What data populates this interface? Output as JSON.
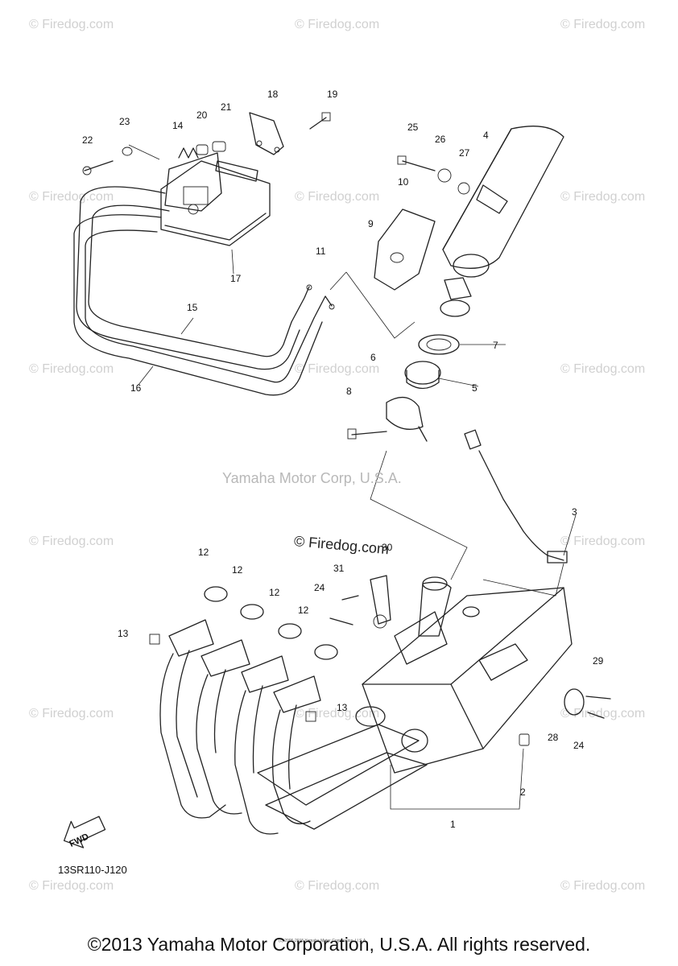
{
  "watermark": "© Firedog.com",
  "center_watermark": "Yamaha Motor Corp, U.S.A.",
  "mid_watermark": "© Firedog.com",
  "diagram_code": "13SR110-J120",
  "fwd_label": "FWD",
  "tiny_notice": "(c) 2005-2015 Yamaha Motor Corporation, U.S.A.",
  "copyright": "©2013 Yamaha Motor Corporation, U.S.A. All rights reserved.",
  "callouts": [
    "1",
    "2",
    "3",
    "4",
    "5",
    "6",
    "7",
    "8",
    "9",
    "10",
    "11",
    "12",
    "12",
    "12",
    "12",
    "13",
    "13",
    "14",
    "15",
    "16",
    "17",
    "18",
    "19",
    "20",
    "21",
    "22",
    "23",
    "24",
    "24",
    "25",
    "26",
    "27",
    "28",
    "29",
    "30",
    "31"
  ],
  "icons": {
    "fwd": "fwd-arrow-icon"
  }
}
